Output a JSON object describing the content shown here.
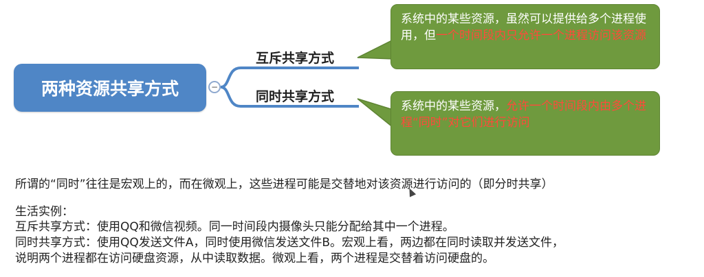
{
  "mindmap": {
    "root_label": "两种资源共享方式",
    "collapse_symbol": "−",
    "branches": [
      {
        "label": "互斥共享方式",
        "note_parts": [
          "系统中的某些资源，虽然可以提供给多个进程使用，但",
          "一个时间段内只允许一个进程访问该资源"
        ]
      },
      {
        "label": "同时共享方式",
        "note_parts": [
          "系统中的某些资源，",
          "允许一个时间段内由多个进程“同时”对它们进行访问"
        ]
      }
    ]
  },
  "body_text": {
    "line1": "所谓的“同时”往往是宏观上的，而在微观上，这些进程可能是交替地对该资源进行访问的（即分时共享）",
    "example_heading": "生活实例：",
    "example1": "互斥共享方式：使用QQ和微信视频。同一时间段内摄像头只能分配给其中一个进程。",
    "example2_line1": "同时共享方式：使用QQ发送文件A，同时使用微信发送文件B。宏观上看，两边都在同时读取并发送文件，",
    "example2_line2": "说明两个进程都在访问硬盘资源，从中读取数据。微观上看，两个进程是交替着访问硬盘的。"
  },
  "colors": {
    "root_fill": "#4f86c6",
    "branch_line": "#4f86c6",
    "callout_fill": "#6f9a3e",
    "highlight_text": "#ff4a3a"
  }
}
